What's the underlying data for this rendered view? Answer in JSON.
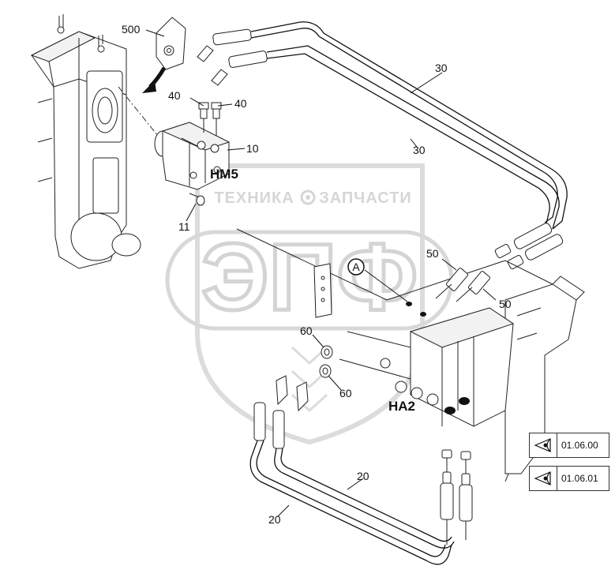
{
  "watermark": {
    "brand_letters": "ЭПФ",
    "tagline_left": "ТЕХНИКА",
    "tagline_right": "ЗАПЧАСТИ"
  },
  "callouts": {
    "item_500": "500",
    "item_40_left": "40",
    "item_40_right": "40",
    "item_10": "10",
    "motor_code": "HM5",
    "item_11": "11",
    "item_30_upper": "30",
    "item_30_lower": "30",
    "item_50_upper": "50",
    "item_50_lower": "50",
    "view_marker": "A",
    "item_60_upper": "60",
    "item_60_lower": "60",
    "valve_code": "HA2",
    "item_20_right": "20",
    "item_20_left": "20"
  },
  "reference_boxes": [
    {
      "code": "01.06.00",
      "icon": "view-eye-icon"
    },
    {
      "code": "01.06.01",
      "icon": "view-eye-icon"
    }
  ]
}
